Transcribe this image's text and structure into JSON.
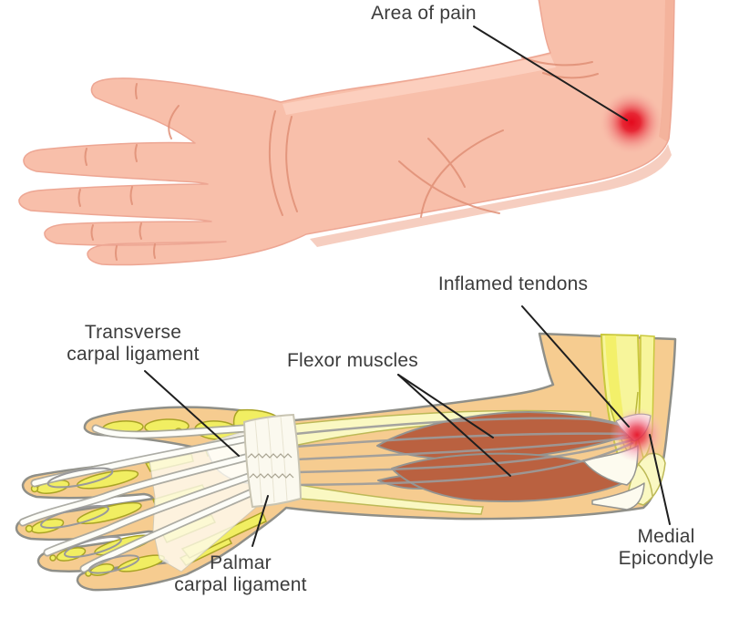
{
  "labels": {
    "area_of_pain": "Area of pain",
    "inflamed_tendons": "Inflamed tendons",
    "transverse_carpal_ligament": {
      "line1": "Transverse",
      "line2": "carpal ligament"
    },
    "flexor_muscles": "Flexor muscles",
    "palmar_carpal_ligament": {
      "line1": "Palmar",
      "line2": "carpal ligament"
    },
    "medial_epicondyle": {
      "line1": "Medial",
      "line2": "Epicondyle"
    }
  },
  "colors": {
    "background": "#ffffff",
    "label_text": "#3c3c3c",
    "leader_line": "#1f1f1f",
    "skin_upper_figure": "#f8bfaa",
    "skin_upper_shadow": "#efa58c",
    "skin_lower_figure": "#f6cc90",
    "outline_gray": "#8f8f88",
    "bone_yellow": "#f1ee62",
    "bone_yellow_outline": "#a9a325",
    "bone_pale_yellow": "#faf8c2",
    "tendon_band_yellow": "#f7f59b",
    "muscle_brown": "#ba6140",
    "tendon_gray": "#9c9c9c",
    "ligament_white": "#fbf9ef",
    "pain_red": "#e3121f",
    "inflamed_pink": "#f2a3b8"
  }
}
